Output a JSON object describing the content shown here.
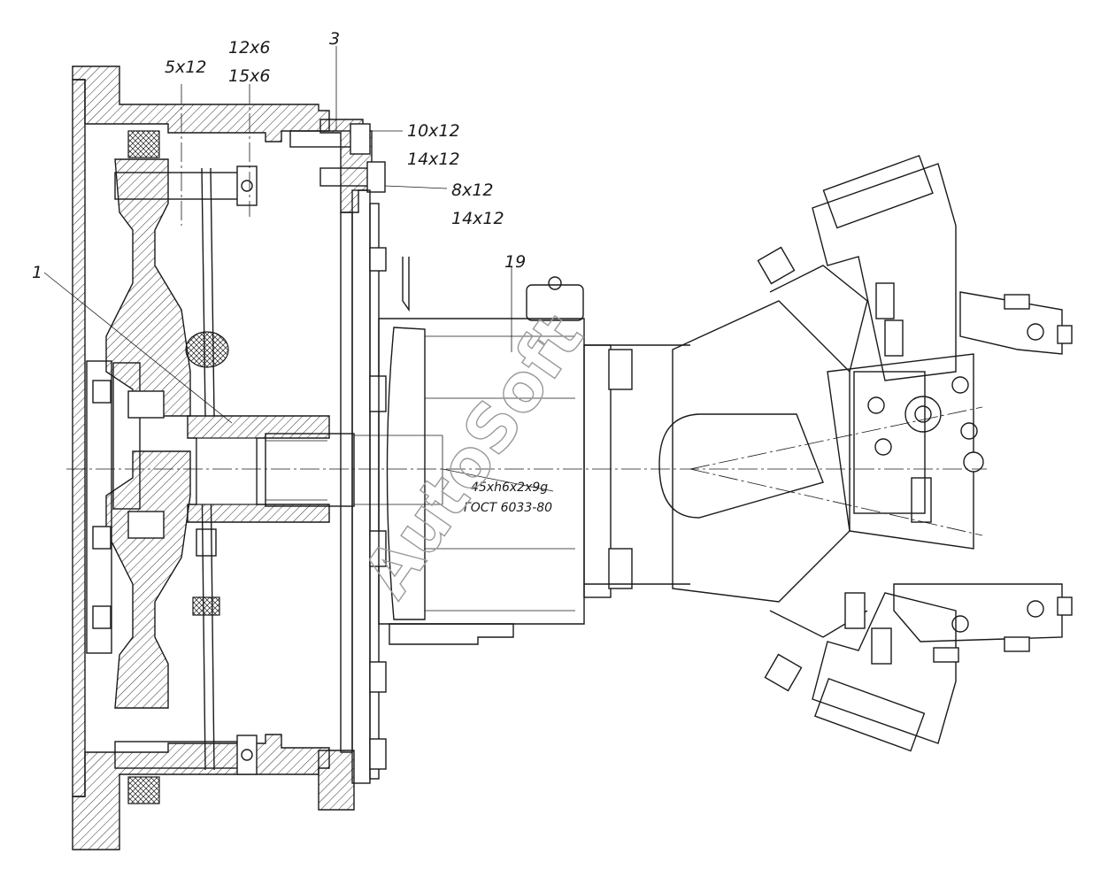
{
  "labels": {
    "bolt_5x12": "5x12",
    "bolt_12x6": "12x6",
    "bolt_15x6": "15x6",
    "pos_3": "3",
    "bolt_10x12": "10x12",
    "bolt_14x12_a": "14x12",
    "bolt_8x12": "8x12",
    "bolt_14x12_b": "14x12",
    "pos_19": "19",
    "pos_1": "1",
    "spline_spec": "45xh6x2x9g",
    "spline_standard": "ГОСТ 6033-80"
  },
  "watermark": "AutoSoft",
  "colors": {
    "line": "#1a1a1a",
    "watermark": "#9a9a9a",
    "background": "#ffffff"
  }
}
